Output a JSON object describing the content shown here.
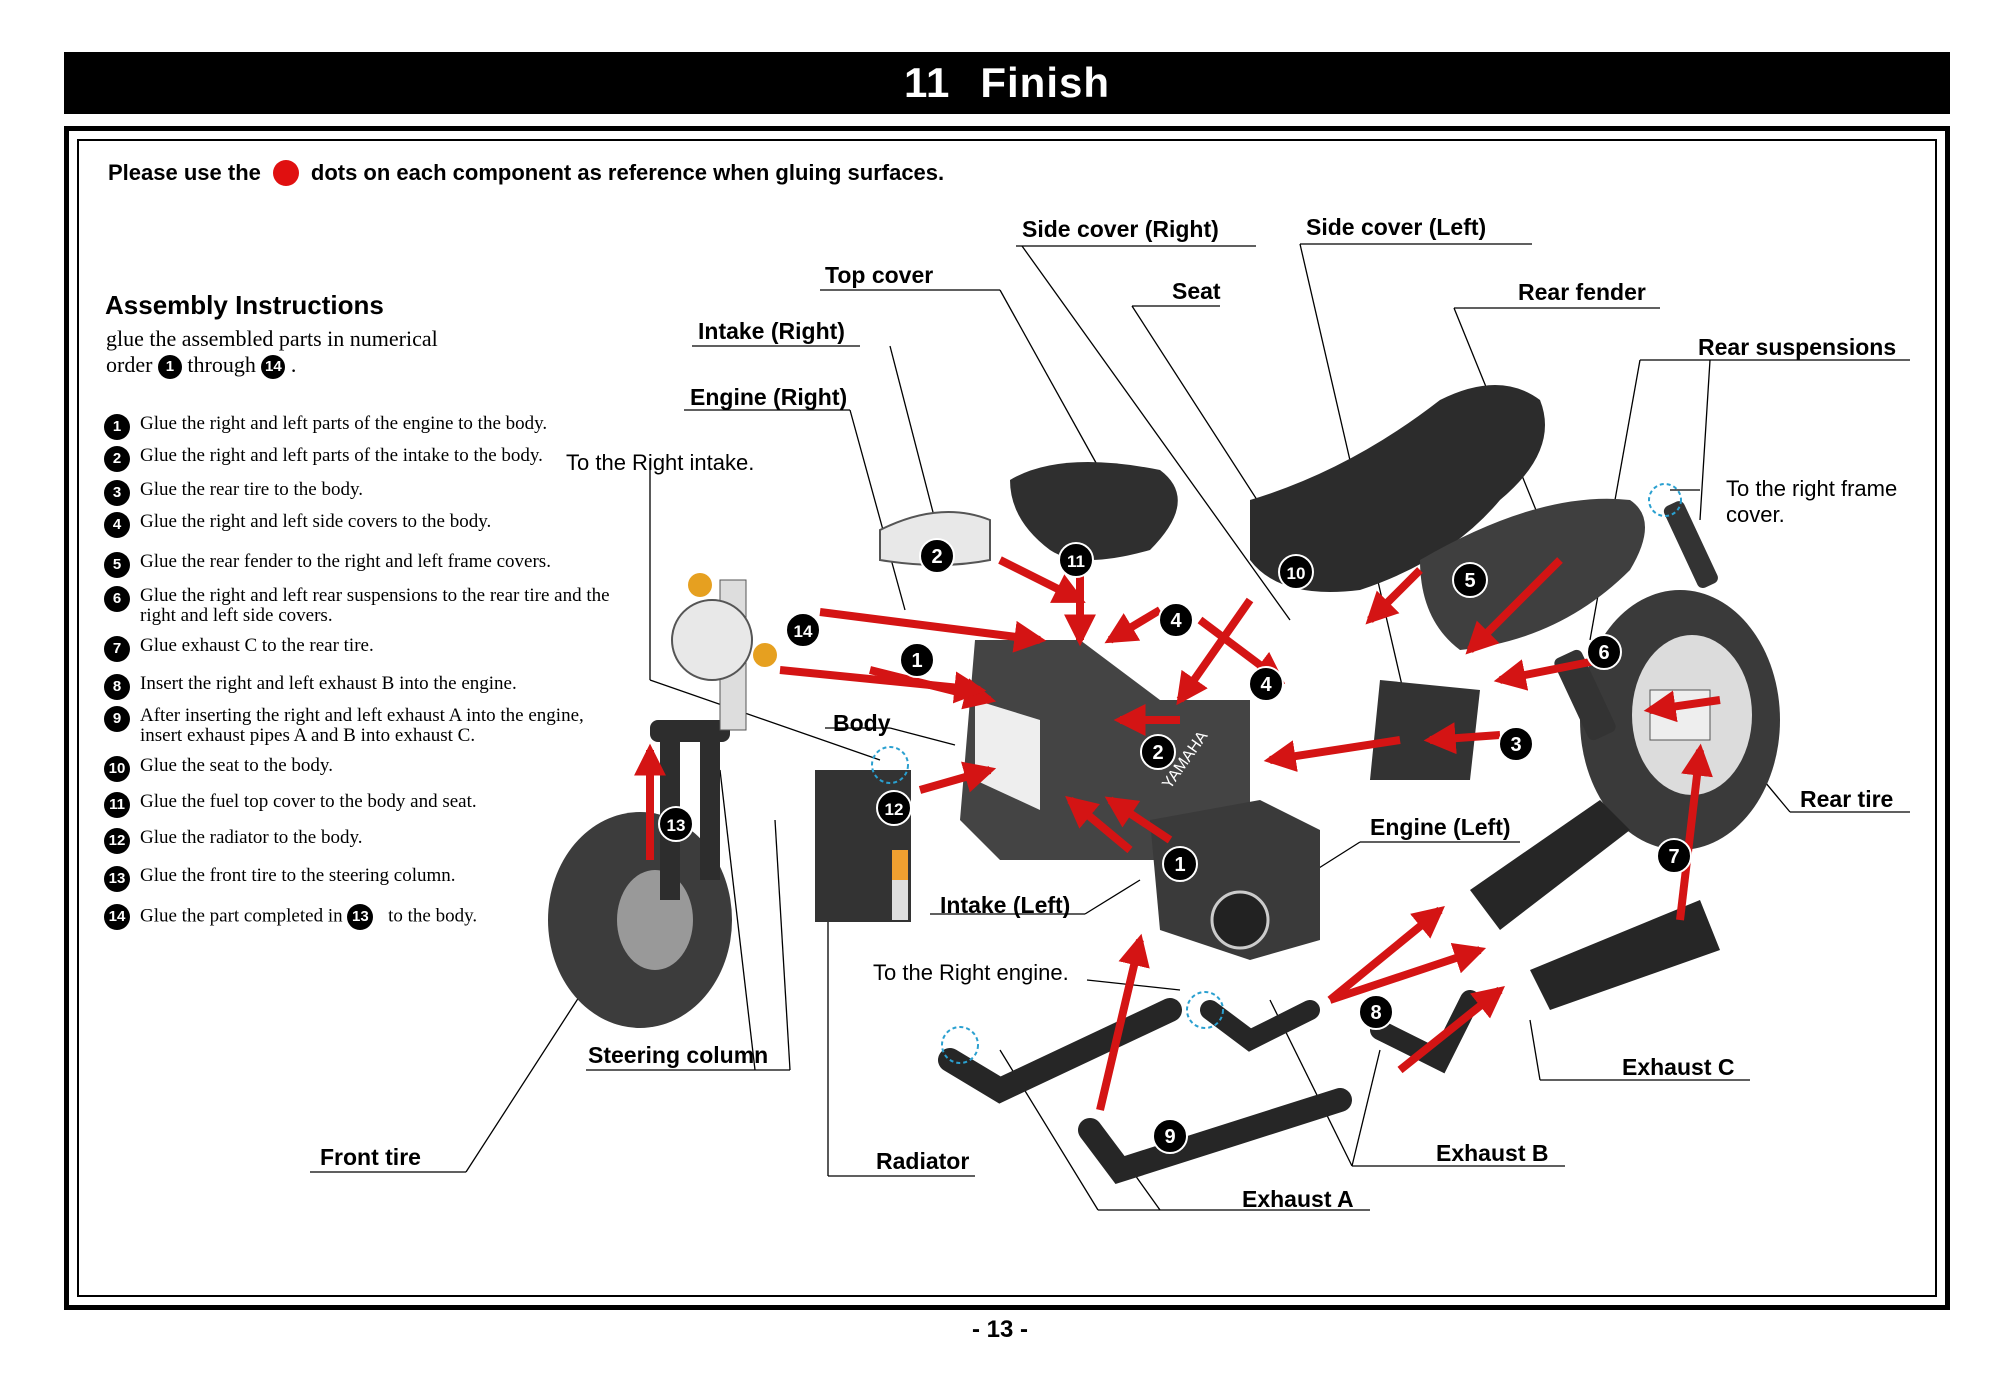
{
  "header": {
    "number": "11",
    "title": "Finish"
  },
  "reference_note": {
    "before": "Please use the",
    "after": "dots on each component as reference when gluing surfaces."
  },
  "assembly": {
    "title": "Assembly Instructions",
    "intro_1": "glue the assembled parts in numerical",
    "intro_2_a": "order",
    "intro_2_b": "through",
    "intro_2_c": ".",
    "step_first": "1",
    "step_last": "14",
    "steps": [
      {
        "num": "1",
        "text": "Glue the right and left parts of the engine to the body."
      },
      {
        "num": "2",
        "text": "Glue the right and left parts of the intake to the body."
      },
      {
        "num": "3",
        "text": "Glue the rear tire to the body."
      },
      {
        "num": "4",
        "text": "Glue the right and left side covers to the body."
      },
      {
        "num": "5",
        "text": "Glue the rear fender to the right and left  frame covers."
      },
      {
        "num": "6",
        "text": "Glue the right and left rear suspensions to the  rear tire and the right and left side covers."
      },
      {
        "num": "7",
        "text": "Glue exhaust C to the rear tire."
      },
      {
        "num": "8",
        "text": "Insert the right and left exhaust B into the engine."
      },
      {
        "num": "9",
        "text": "After inserting the right and left exhaust A into the engine, insert exhaust pipes A and B into exhaust C."
      },
      {
        "num": "10",
        "text": "Glue the seat to the body."
      },
      {
        "num": "11",
        "text": "Glue the fuel top cover to the body and seat."
      },
      {
        "num": "12",
        "text": "Glue the radiator to the body."
      },
      {
        "num": "13",
        "text": "Glue the front tire to the steering column."
      },
      {
        "num": "14",
        "text_a": "Glue the part completed in",
        "ref": "13",
        "text_b": "to the body."
      }
    ]
  },
  "labels": {
    "side_cover_right": "Side cover (Right)",
    "side_cover_left": "Side cover (Left)",
    "top_cover": "Top cover",
    "seat": "Seat",
    "rear_fender": "Rear fender",
    "intake_right": "Intake (Right)",
    "rear_suspensions": "Rear suspensions",
    "engine_right": "Engine (Right)",
    "body": "Body",
    "rear_tire": "Rear tire",
    "engine_left": "Engine (Left)",
    "intake_left": "Intake (Left)",
    "steering_column": "Steering column",
    "exhaust_c": "Exhaust C",
    "front_tire": "Front tire",
    "radiator": "Radiator",
    "exhaust_b": "Exhaust B",
    "exhaust_a": "Exhaust A"
  },
  "notes": {
    "right_intake": "To the Right intake.",
    "right_frame_cover_1": "To the right frame",
    "right_frame_cover_2": "cover.",
    "right_engine": "To the Right engine."
  },
  "diagram_markers": [
    "1",
    "2",
    "3",
    "4",
    "4",
    "5",
    "6",
    "7",
    "8",
    "9",
    "10",
    "11",
    "12",
    "13",
    "14",
    "2",
    "1"
  ],
  "body_brand": "YAMAHA",
  "page_number": "- 13 -",
  "colors": {
    "arrow": "#d41414",
    "glue_dot": "#e01010",
    "part_dark": "#333333"
  }
}
